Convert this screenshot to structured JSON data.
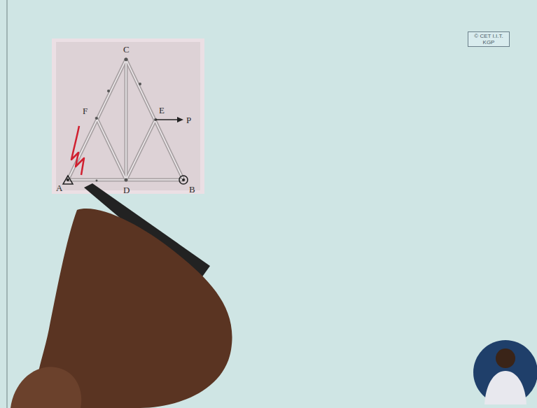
{
  "diagram": {
    "nodes": [
      {
        "text": [
          "© CET I.I.T. KGP"
        ]
      }
    ],
    "labels": [
      "C",
      "F",
      "E",
      "P",
      "A",
      "D",
      "B"
    ]
  }
}
